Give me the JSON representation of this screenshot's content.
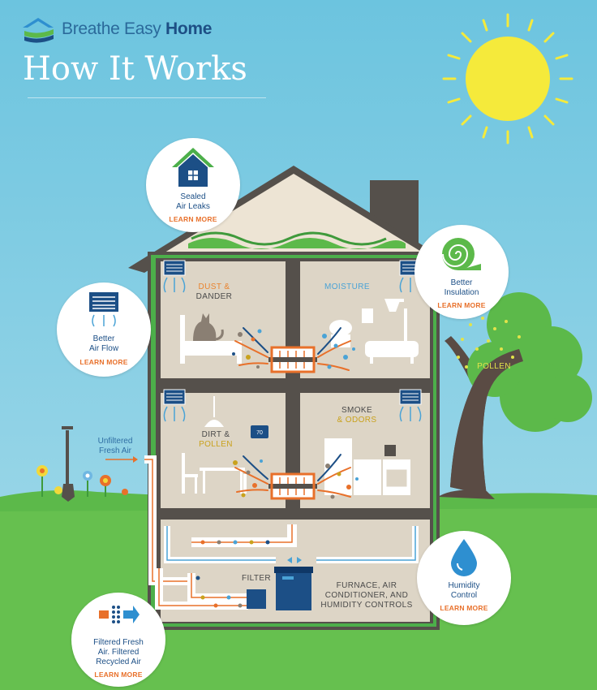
{
  "brand": {
    "name_light": "Breathe Easy",
    "name_bold": "Home"
  },
  "title": "How It Works",
  "callouts": {
    "sealed": {
      "line1": "Sealed",
      "line2": "Air Leaks",
      "cta": "LEARN MORE",
      "icon": "house-icon"
    },
    "insulation": {
      "line1": "Better",
      "line2": "Insulation",
      "cta": "LEARN MORE",
      "icon": "insulation-roll-icon"
    },
    "airflow": {
      "line1": "Better",
      "line2": "Air Flow",
      "cta": "LEARN MORE",
      "icon": "air-vent-icon"
    },
    "humidity": {
      "line1": "Humidity",
      "line2": "Control",
      "cta": "LEARN MORE",
      "icon": "water-drop-icon"
    },
    "filtered": {
      "line1": "Filtered Fresh",
      "line2": "Air. Filtered",
      "line3": "Recycled Air",
      "cta": "LEARN MORE",
      "icon": "filter-arrow-icon"
    }
  },
  "rooms": {
    "dust_1": "DUST &",
    "dust_2": "DANDER",
    "moisture": "MOISTURE",
    "dirt_1": "DIRT &",
    "dirt_2": "POLLEN",
    "smoke_1": "SMOKE",
    "smoke_2": "& ODORS"
  },
  "basement": {
    "filter": "FILTER",
    "furnace_1": "FURNACE, AIR",
    "furnace_2": "CONDITIONER, AND",
    "furnace_3": "HUMIDITY CONTROLS"
  },
  "outside": {
    "unfiltered_1": "Unfiltered",
    "unfiltered_2": "Fresh Air",
    "pollen": "POLLEN"
  },
  "thermostat": "70",
  "colors": {
    "sky": "#7fcbe2",
    "grass": "#5cb94a",
    "house": "#55504b",
    "accent_orange": "#e8702a",
    "brand_blue": "#1c4f86",
    "sun": "#f4ea3c"
  }
}
